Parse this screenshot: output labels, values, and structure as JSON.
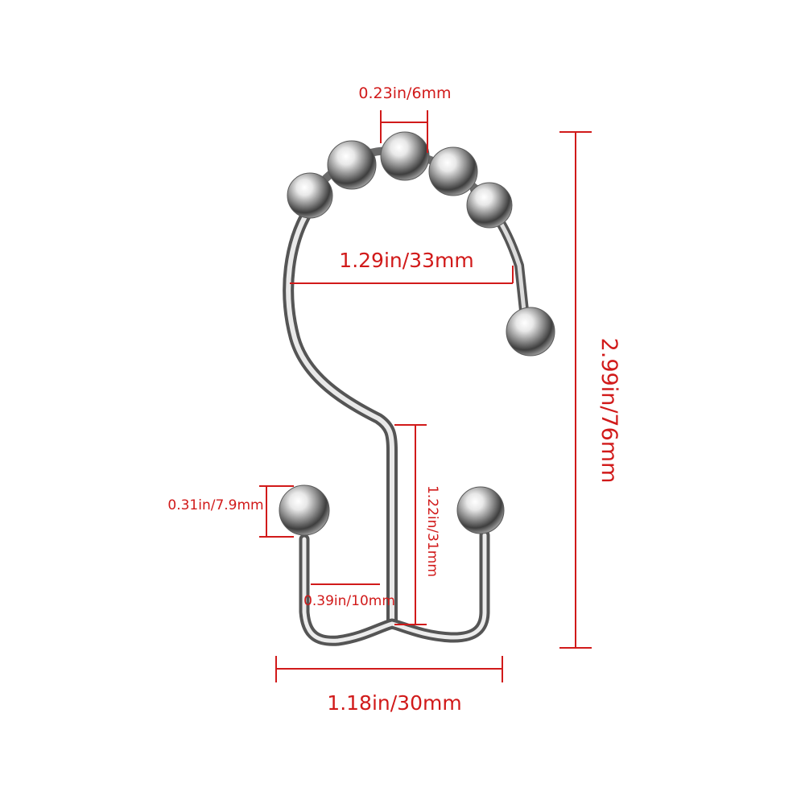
{
  "product": {
    "name_visible": "",
    "colors": {
      "dimension": "#d11a1a",
      "metal_light": "#f4f4f4",
      "metal_mid": "#b9b9b9",
      "metal_dark": "#4a4a4a",
      "background": "#ffffff"
    },
    "icons": [
      "ball-bead-icon",
      "hook-rod-icon"
    ]
  },
  "dimensions": {
    "bead_diameter": "0.23in/6mm",
    "ring_width": "1.29in/33mm",
    "total_height": "2.99in/76mm",
    "end_ball_height": "0.31in/7.9mm",
    "lower_hook_height": "1.22in/31mm",
    "half_gap": "0.39in/10mm",
    "bottom_width": "1.18in/30mm"
  }
}
